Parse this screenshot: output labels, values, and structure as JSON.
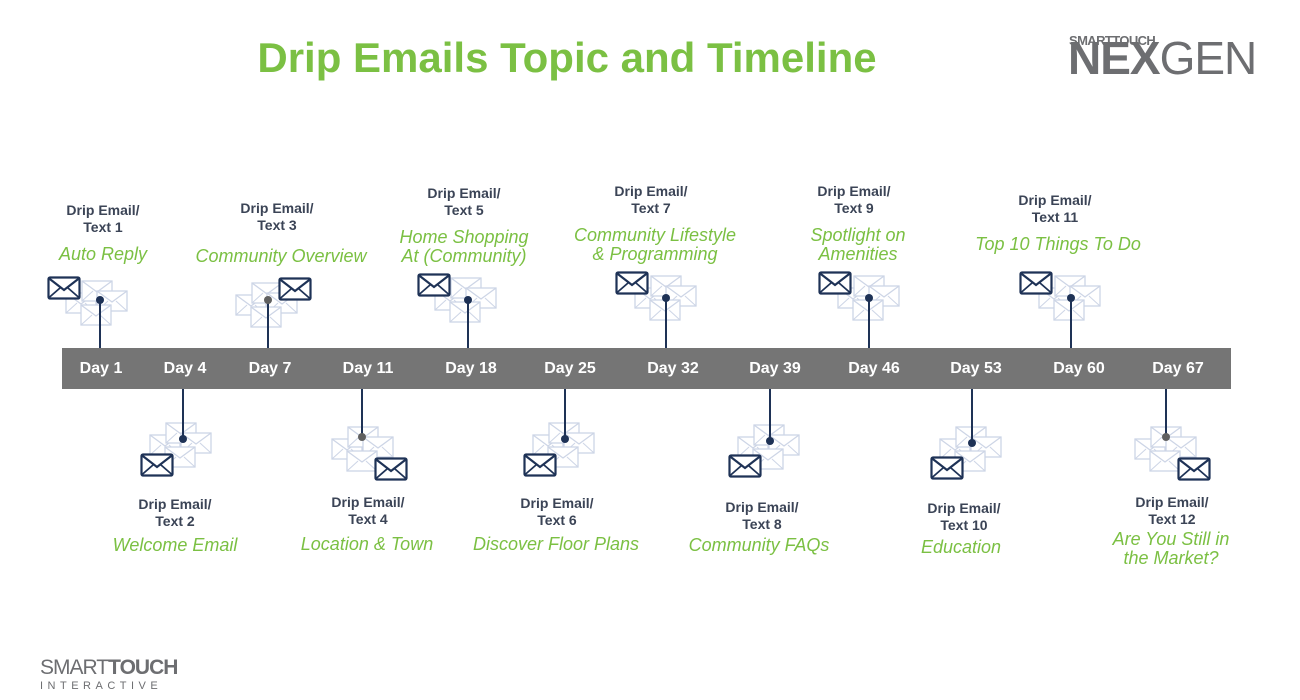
{
  "title": "Drip Emails Topic and Timeline",
  "brand_top": {
    "small": "SMARTTOUCH",
    "big_bold": "NEX",
    "big_light": "GEN"
  },
  "brand_bottom": {
    "word_light": "SMART",
    "word_bold": "TOUCH",
    "tagline": "INTERACTIVE"
  },
  "colors": {
    "accent_green": "#7bc043",
    "timeline_grey": "#757575",
    "connector_navy": "#1e3256",
    "brand_grey": "#6d6e71"
  },
  "days": [
    "Day 1",
    "Day 4",
    "Day 7",
    "Day 11",
    "Day 18",
    "Day 25",
    "Day 32",
    "Day 39",
    "Day 46",
    "Day 53",
    "Day 60",
    "Day 67"
  ],
  "milestones": [
    {
      "drip": [
        "Drip Email/",
        "Text 1"
      ],
      "topic": [
        "Auto Reply"
      ],
      "icon": "envelope-icon"
    },
    {
      "drip": [
        "Drip Email/",
        "Text 2"
      ],
      "topic": [
        "Welcome Email"
      ],
      "icon": "envelope-icon"
    },
    {
      "drip": [
        "Drip Email/",
        "Text 3"
      ],
      "topic": [
        "Community Overview"
      ],
      "icon": "envelope-icon"
    },
    {
      "drip": [
        "Drip Email/",
        "Text 4"
      ],
      "topic": [
        "Location & Town"
      ],
      "icon": "envelope-icon"
    },
    {
      "drip": [
        "Drip Email/",
        "Text 5"
      ],
      "topic": [
        "Home Shopping",
        "At (Community)"
      ],
      "icon": "envelope-icon"
    },
    {
      "drip": [
        "Drip Email/",
        "Text 6"
      ],
      "topic": [
        "Discover Floor Plans"
      ],
      "icon": "envelope-icon"
    },
    {
      "drip": [
        "Drip Email/",
        "Text 7"
      ],
      "topic": [
        "Community Lifestyle",
        "& Programming"
      ],
      "icon": "envelope-icon"
    },
    {
      "drip": [
        "Drip Email/",
        "Text 8"
      ],
      "topic": [
        "Community FAQs"
      ],
      "icon": "envelope-icon"
    },
    {
      "drip": [
        "Drip Email/",
        "Text 9"
      ],
      "topic": [
        "Spotlight on",
        "Amenities"
      ],
      "icon": "envelope-icon"
    },
    {
      "drip": [
        "Drip Email/",
        "Text 10"
      ],
      "topic": [
        "Education"
      ],
      "icon": "envelope-icon"
    },
    {
      "drip": [
        "Drip Email/",
        "Text 11"
      ],
      "topic": [
        "Top 10 Things To Do"
      ],
      "icon": "envelope-icon"
    },
    {
      "drip": [
        "Drip Email/",
        "Text 12"
      ],
      "topic": [
        "Are You Still in",
        "the Market?"
      ],
      "icon": "envelope-icon"
    }
  ]
}
